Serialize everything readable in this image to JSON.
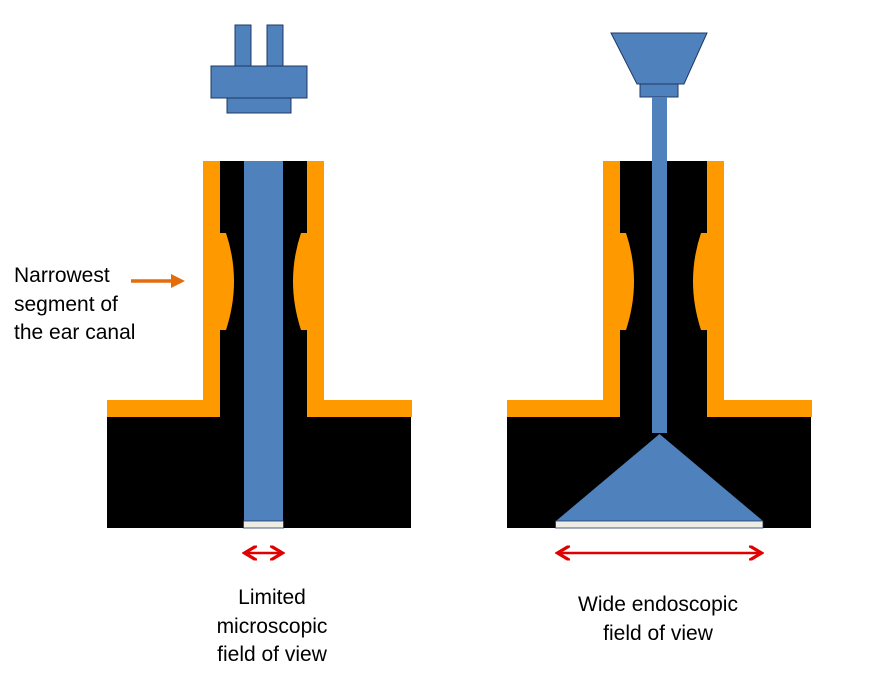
{
  "colors": {
    "canal_wall": "#FF9900",
    "canal_lumen": "#000000",
    "instrument": "#4F81BD",
    "instrument_outline": "#1F3864",
    "lens": "#EDEDE5",
    "field_arrow": "#E00000",
    "pointer_arrow": "#E46C0A",
    "background": "#FFFFFF"
  },
  "labels": {
    "narrowest": [
      "Narrowest",
      "segment of",
      "the ear canal"
    ],
    "microscopic": [
      "Limited",
      "microscopic",
      "field of view"
    ],
    "endoscopic": [
      "Wide endoscopic",
      "field of view"
    ]
  },
  "panels": [
    {
      "name": "microscope",
      "instrument": "microscope",
      "field_of_view": "limited"
    },
    {
      "name": "endoscope",
      "instrument": "endoscope",
      "field_of_view": "wide"
    }
  ]
}
